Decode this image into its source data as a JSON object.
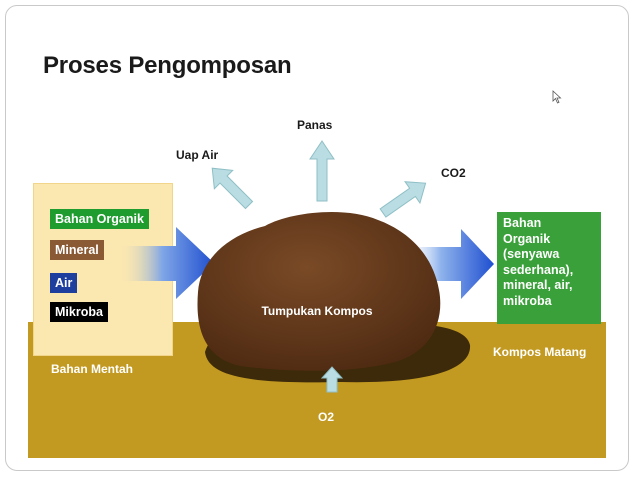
{
  "title": "Proses Pengomposan",
  "raw_materials": {
    "items": [
      {
        "label": "Bahan Organik",
        "color": "#1f9c2e"
      },
      {
        "label": "Mineral",
        "color": "#8a5a35"
      },
      {
        "label": "Air",
        "color": "#1f3f9e"
      },
      {
        "label": "Mikroba",
        "color": "#000000"
      }
    ],
    "caption": "Bahan Mentah"
  },
  "outputs": {
    "steam": "Uap Air",
    "heat": "Panas",
    "co2": "CO2"
  },
  "pile_label": "Tumpukan Kompos",
  "oxygen_label": "O2",
  "result": {
    "text": "Bahan\nOrganik\n(senyawa\nsederhana),\nmineral, air,\nmikroba",
    "caption": "Kompos Matang"
  },
  "colors": {
    "ground": "#c39a21",
    "pile": "#6b3b1c",
    "arrow_blue": "#1f4fd0",
    "arrow_light": "#b9dde2",
    "result_box": "#3aa13a"
  },
  "icons": [
    "cursor-icon",
    "arrow-up-icon",
    "arrow-right-icon"
  ]
}
